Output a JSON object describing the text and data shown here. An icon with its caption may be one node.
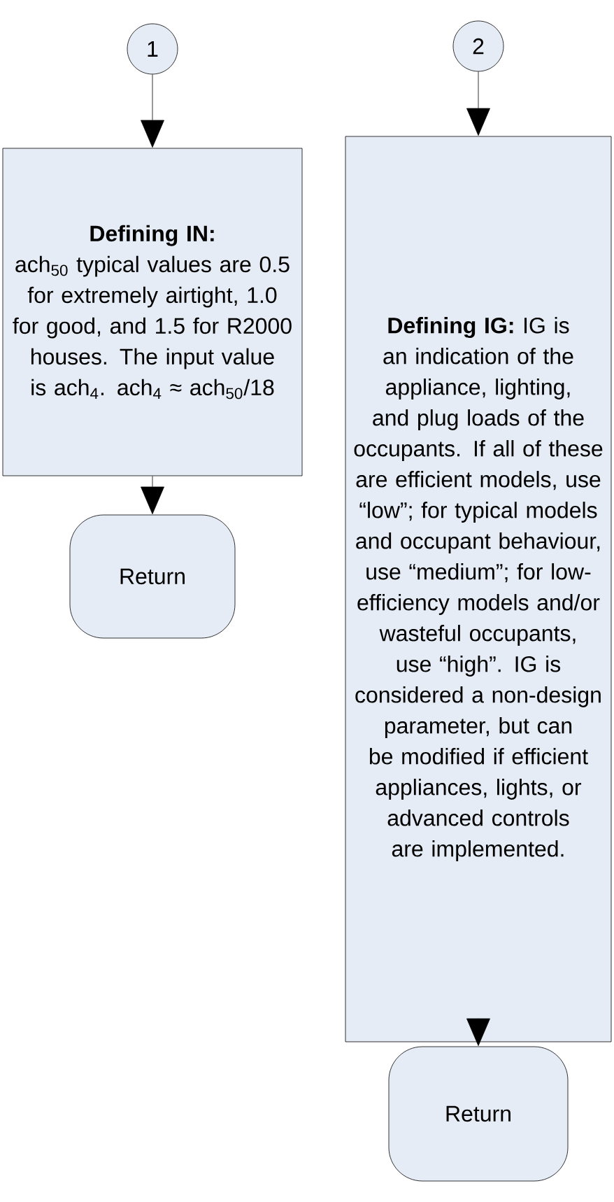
{
  "diagram": {
    "nodes": [
      {
        "text": [
          "1"
        ]
      },
      {
        "text": [
          "Defining IN:",
          "ach$_{50}$ typical values are 0.5 for extremely airtight, 1.0 for good, and 1.5 for R2000 houses. The input value is ach$_{4}$. ach$_{4}$ ≈ ach$_{50}$/18"
        ]
      },
      {
        "text": [
          "Return"
        ]
      },
      {
        "text": [
          "2"
        ]
      },
      {
        "text": [
          "**Defining IG:** IG is an indication of the appliance, lighting, and plug loads of the occupants. If all of these are efficient models, use “low”; for typical models and occupant behaviour, use “medium”; for low-efficiency models and/or wasteful occupants, use “high”. IG is considered a non-design parameter, but can be modified if efficient appliances, lights, or advanced controls are implemented."
        ]
      },
      {
        "text": [
          "Return"
        ]
      }
    ],
    "edges": [
      {
        "from": 0,
        "to": 1,
        "arrow": "to"
      },
      {
        "from": 1,
        "to": 2,
        "arrow": "to"
      },
      {
        "from": 3,
        "to": 4,
        "arrow": "to"
      },
      {
        "from": 4,
        "to": 5,
        "arrow": "to"
      }
    ]
  }
}
